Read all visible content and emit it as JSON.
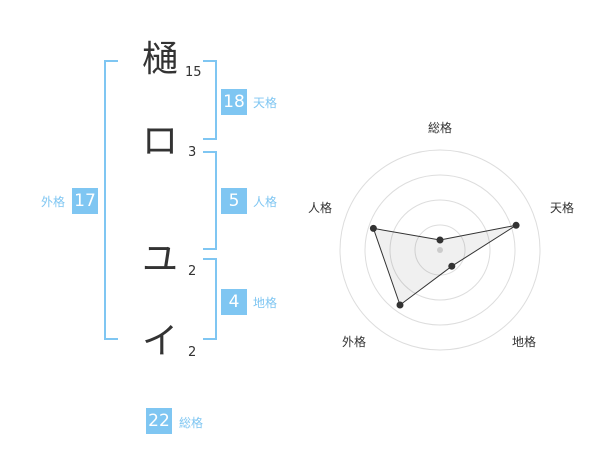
{
  "name": [
    {
      "char": "樋",
      "strokes": "15"
    },
    {
      "char": "ロ",
      "strokes": "3"
    },
    {
      "char": "ユ",
      "strokes": "2"
    },
    {
      "char": "イ",
      "strokes": "2"
    }
  ],
  "kaku": {
    "tenkaku": {
      "value": "18",
      "label": "天格"
    },
    "jinkaku": {
      "value": "5",
      "label": "人格"
    },
    "chikaku": {
      "value": "4",
      "label": "地格"
    },
    "gaikaku": {
      "value": "17",
      "label": "外格"
    },
    "soukaku": {
      "value": "22",
      "label": "総格"
    }
  },
  "colors": {
    "accent": "#7fc6f2",
    "text": "#333333"
  },
  "chart_data": {
    "type": "radar",
    "axes": [
      "総格",
      "天格",
      "地格",
      "外格",
      "人格"
    ],
    "max": 5,
    "rings": 4,
    "values": [
      0.5,
      4.0,
      1.0,
      3.4,
      3.5
    ]
  }
}
